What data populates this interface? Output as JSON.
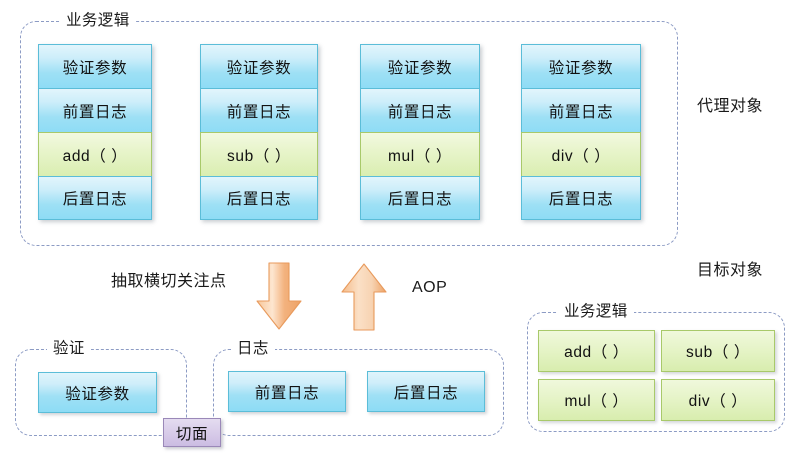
{
  "diagram": {
    "title_hidden": "Spring AOP proxy object diagram",
    "colors": {
      "blue_cell": "#8edcf5",
      "green_cell": "#daeeb1",
      "aspect_badge": "#d6c9e8",
      "arrow_orange": "#f0a868",
      "dashed_border": "#8c9bc4"
    }
  },
  "proxy_section": {
    "group_label": "业务逻辑",
    "side_label": "代理对象",
    "columns": [
      {
        "name": "add-column",
        "cells": [
          {
            "text": "验证参数",
            "kind": "blue"
          },
          {
            "text": "前置日志",
            "kind": "blue"
          },
          {
            "text": "add（ ）",
            "kind": "green"
          },
          {
            "text": "后置日志",
            "kind": "blue"
          }
        ]
      },
      {
        "name": "sub-column",
        "cells": [
          {
            "text": "验证参数",
            "kind": "blue"
          },
          {
            "text": "前置日志",
            "kind": "blue"
          },
          {
            "text": "sub（ ）",
            "kind": "green"
          },
          {
            "text": "后置日志",
            "kind": "blue"
          }
        ]
      },
      {
        "name": "mul-column",
        "cells": [
          {
            "text": "验证参数",
            "kind": "blue"
          },
          {
            "text": "前置日志",
            "kind": "blue"
          },
          {
            "text": "mul（ ）",
            "kind": "green"
          },
          {
            "text": "后置日志",
            "kind": "blue"
          }
        ]
      },
      {
        "name": "div-column",
        "cells": [
          {
            "text": "验证参数",
            "kind": "blue"
          },
          {
            "text": "前置日志",
            "kind": "blue"
          },
          {
            "text": "div（ ）",
            "kind": "green"
          },
          {
            "text": "后置日志",
            "kind": "blue"
          }
        ]
      }
    ]
  },
  "middle": {
    "extract_label": "抽取横切关注点",
    "aop_label": "AOP",
    "down_arrow_name": "extract-down-arrow",
    "up_arrow_name": "aop-up-arrow"
  },
  "validation_section": {
    "group_label": "验证",
    "items": [
      {
        "text": "验证参数"
      }
    ]
  },
  "logging_section": {
    "group_label": "日志",
    "items": [
      {
        "text": "前置日志"
      },
      {
        "text": "后置日志"
      }
    ]
  },
  "aspect": {
    "label": "切面"
  },
  "target_section": {
    "side_label": "目标对象",
    "group_label": "业务逻辑",
    "methods": [
      {
        "text": "add（ ）"
      },
      {
        "text": "sub（ ）"
      },
      {
        "text": "mul（ ）"
      },
      {
        "text": "div（ ）"
      }
    ]
  }
}
